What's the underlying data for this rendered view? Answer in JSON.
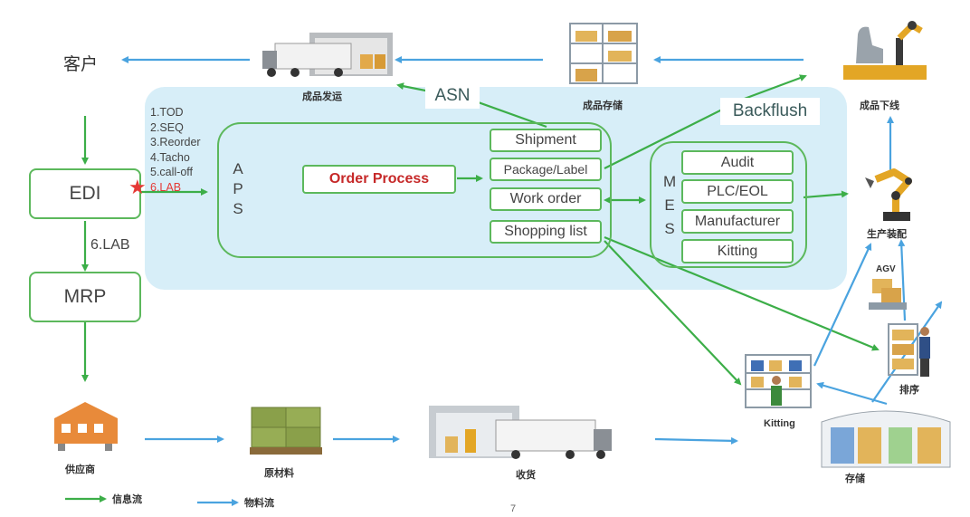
{
  "nodes": {
    "customer": "客户",
    "edi": "EDI",
    "mrp": "MRP",
    "supplier": "供应商",
    "raw_material": "原材料",
    "receiving": "收货",
    "kitting": "Kitting",
    "storage": "存储",
    "sequencing": "排序",
    "agv": "AGV",
    "assembly": "生产装配",
    "offline": "成品下线",
    "fg_storage": "成品存储",
    "fg_shipping": "成品发运"
  },
  "edi_signals": [
    "1.TOD",
    "2.SEQ",
    "3.Reorder",
    "4.Tacho",
    "5.call-off",
    "6.LAB"
  ],
  "edi_to_mrp": "6.LAB",
  "aps": {
    "label": [
      "A",
      "P",
      "S"
    ],
    "order_process": "Order Process",
    "items": [
      "Shipment",
      "Package/Label",
      "Work order",
      "Shopping list"
    ]
  },
  "mes": {
    "label": [
      "M",
      "E",
      "S"
    ],
    "items": [
      "Audit",
      "PLC/EOL",
      "Manufacturer",
      "Kitting"
    ]
  },
  "tags": {
    "asn": "ASN",
    "backflush": "Backflush"
  },
  "legend": {
    "info_flow": "信息流",
    "material_flow": "物料流"
  },
  "page_number": "7",
  "colors": {
    "info_flow": "#3cae48",
    "material_flow": "#4aa3df",
    "panel": "#d7eef8",
    "order_process_text": "#c62828",
    "star": "#e53935"
  }
}
